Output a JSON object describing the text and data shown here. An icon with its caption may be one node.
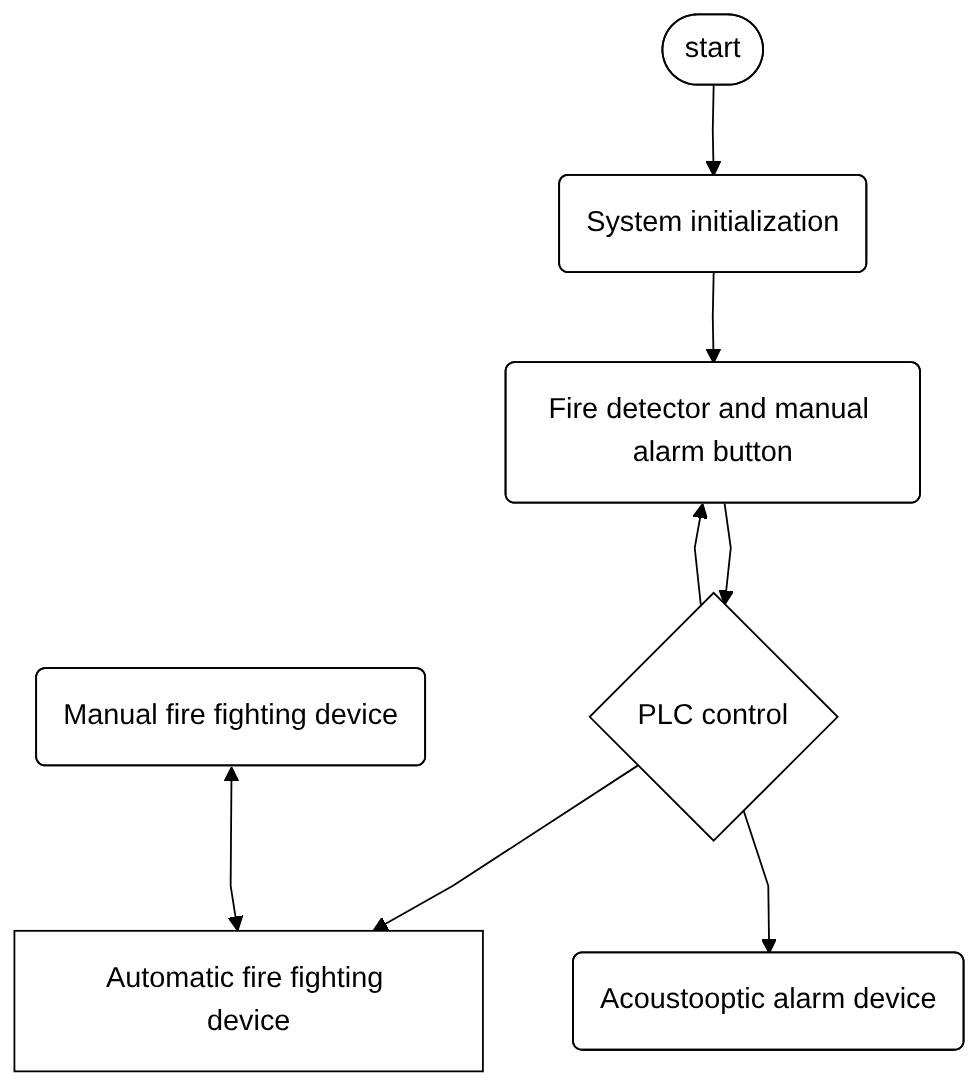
{
  "diagram": {
    "nodes": [
      {
        "text": [
          "start"
        ]
      },
      {
        "text": [
          "System initialization"
        ]
      },
      {
        "text": [
          "Fire detector and manual alarm button"
        ]
      },
      {
        "text": [
          "PLC control"
        ]
      },
      {
        "text": [
          "Manual fire fighting device"
        ]
      },
      {
        "text": [
          "Automatic fire fighting device"
        ]
      },
      {
        "text": [
          "Acoustooptic alarm device"
        ]
      }
    ],
    "edges": [
      {
        "from": 0,
        "to": 1,
        "arrow": "to"
      },
      {
        "from": 1,
        "to": 2,
        "arrow": "to"
      },
      {
        "from": 2,
        "to": 3,
        "arrow": "to"
      },
      {
        "from": 3,
        "to": 2,
        "arrow": "to"
      },
      {
        "from": 3,
        "to": 5,
        "arrow": "to"
      },
      {
        "from": 4,
        "to": 5,
        "arrow": "both"
      },
      {
        "from": 3,
        "to": 6,
        "arrow": "to"
      }
    ]
  }
}
